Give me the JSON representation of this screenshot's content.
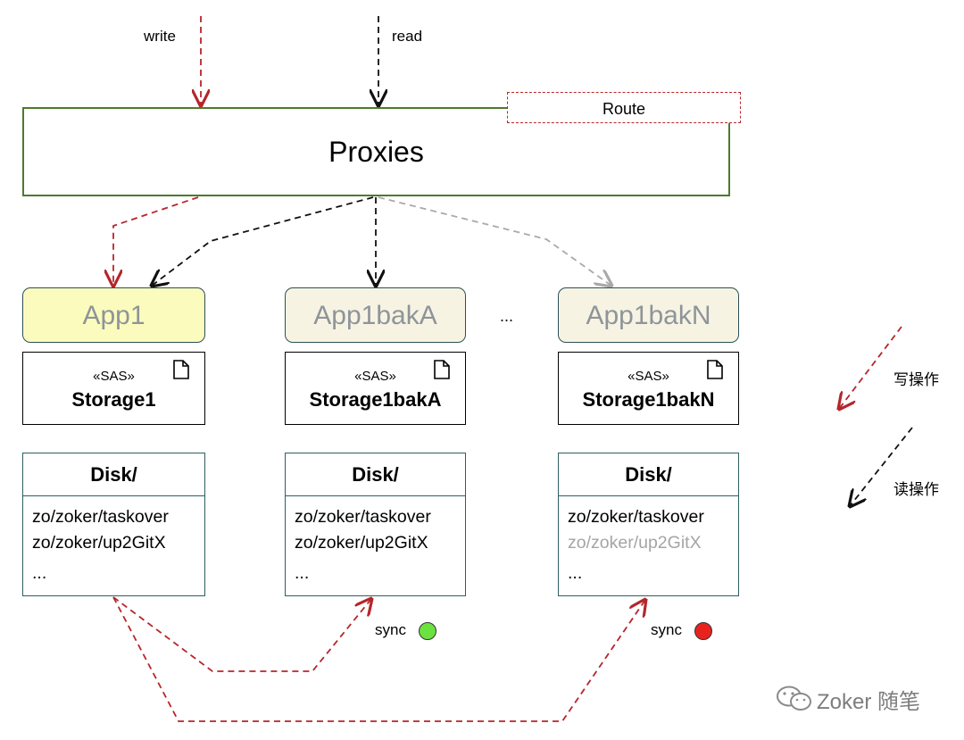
{
  "inputs": {
    "write": "write",
    "read": "read"
  },
  "proxies": {
    "label": "Proxies",
    "route": "Route"
  },
  "ellipsis": "...",
  "columns": [
    {
      "app": "App1",
      "storage": {
        "stereotype": "«SAS»",
        "name": "Storage1"
      },
      "disk": {
        "title": "Disk/",
        "lines": [
          "zo/zoker/taskover",
          "zo/zoker/up2GitX",
          "..."
        ]
      }
    },
    {
      "app": "App1bakA",
      "storage": {
        "stereotype": "«SAS»",
        "name": "Storage1bakA"
      },
      "disk": {
        "title": "Disk/",
        "lines": [
          "zo/zoker/taskover",
          "zo/zoker/up2GitX",
          "..."
        ]
      },
      "sync": {
        "label": "sync",
        "status": "green",
        "color": "#6ce241"
      }
    },
    {
      "app": "App1bakN",
      "storage": {
        "stereotype": "«SAS»",
        "name": "Storage1bakN"
      },
      "disk": {
        "title": "Disk/",
        "lines": [
          "zo/zoker/taskover",
          "zo/zoker/up2GitX",
          "..."
        ],
        "faded_line": 1
      },
      "sync": {
        "label": "sync",
        "status": "red",
        "color": "#e8231e"
      }
    }
  ],
  "legend": {
    "write_op": "写操作",
    "read_op": "读操作"
  },
  "watermark": "Zoker 随笔",
  "colors": {
    "write_arrow": "#b5262b",
    "read_arrow": "#111111",
    "inactive_arrow": "#a9a9a9",
    "proxies_border": "#4e7a2c",
    "app_active_fill": "#fbfbbe",
    "app_backup_fill": "#f7f3e3",
    "disk_border": "#2d5f63"
  }
}
